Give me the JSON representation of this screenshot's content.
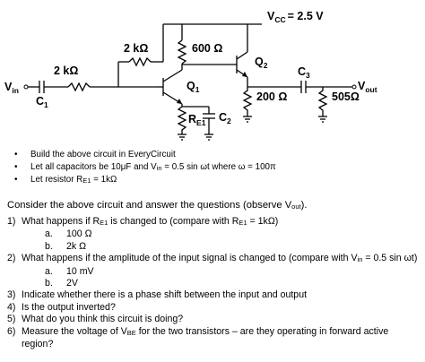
{
  "circuit": {
    "vcc_label": "V",
    "vcc_sub": "CC",
    "vcc_value": "= 2.5 V",
    "r_base_top": "2 kΩ",
    "r_collector": "600 Ω",
    "r_input": "2 kΩ",
    "vin_label": "V",
    "vin_sub": "in",
    "c1_label": "C",
    "c1_sub": "1",
    "q1_label": "Q",
    "q1_sub": "1",
    "q2_label": "Q",
    "q2_sub": "2",
    "c3_label": "C",
    "c3_sub": "3",
    "vout_label": "V",
    "vout_sub": "out",
    "r_emitter2": "200 Ω",
    "r_load": "5Ω",
    "r_load_prefix": "50",
    "re1_label": "R",
    "re1_sub": "E1",
    "c2_label": "C",
    "c2_sub": "2"
  },
  "bullets": [
    "Build the above circuit in EveryCircuit",
    "Let all capacitors be 10μF and V",
    "Let resistor R"
  ],
  "bullet2_sub": "in",
  "bullet2_tail": " = 0.5 sin ωt where ω = 100π",
  "bullet3_sub": "E1",
  "bullet3_tail": " = 1kΩ",
  "intro": "Consider the above circuit and answer the questions (observe V",
  "intro_sub": "out",
  "intro_tail": ").",
  "questions": {
    "q1": {
      "num": "1)",
      "text": "What happens if R",
      "sub": "E1",
      "text2": " is changed to (compare with R",
      "sub2": "E1",
      "text3": " = 1kΩ)"
    },
    "q1a": {
      "letter": "a.",
      "text": "100 Ω"
    },
    "q1b": {
      "letter": "b.",
      "text": "2k Ω"
    },
    "q2": {
      "num": "2)",
      "text": "What happens if the amplitude of the input signal is changed to (compare with V",
      "sub": "in",
      "text2": " = 0.5 sin ωt)"
    },
    "q2a": {
      "letter": "a.",
      "text": "10 mV"
    },
    "q2b": {
      "letter": "b.",
      "text": "2V"
    },
    "q3": {
      "num": "3)",
      "text": "Indicate whether there is a phase shift between the input and output"
    },
    "q4": {
      "num": "4)",
      "text": "Is the output inverted?"
    },
    "q5": {
      "num": "5)",
      "text": "What do you think this circuit is doing?"
    },
    "q6": {
      "num": "6)",
      "text": "Measure the voltage of V",
      "sub": "BE",
      "text2": " for the two transistors – are they operating in forward active region?"
    }
  }
}
